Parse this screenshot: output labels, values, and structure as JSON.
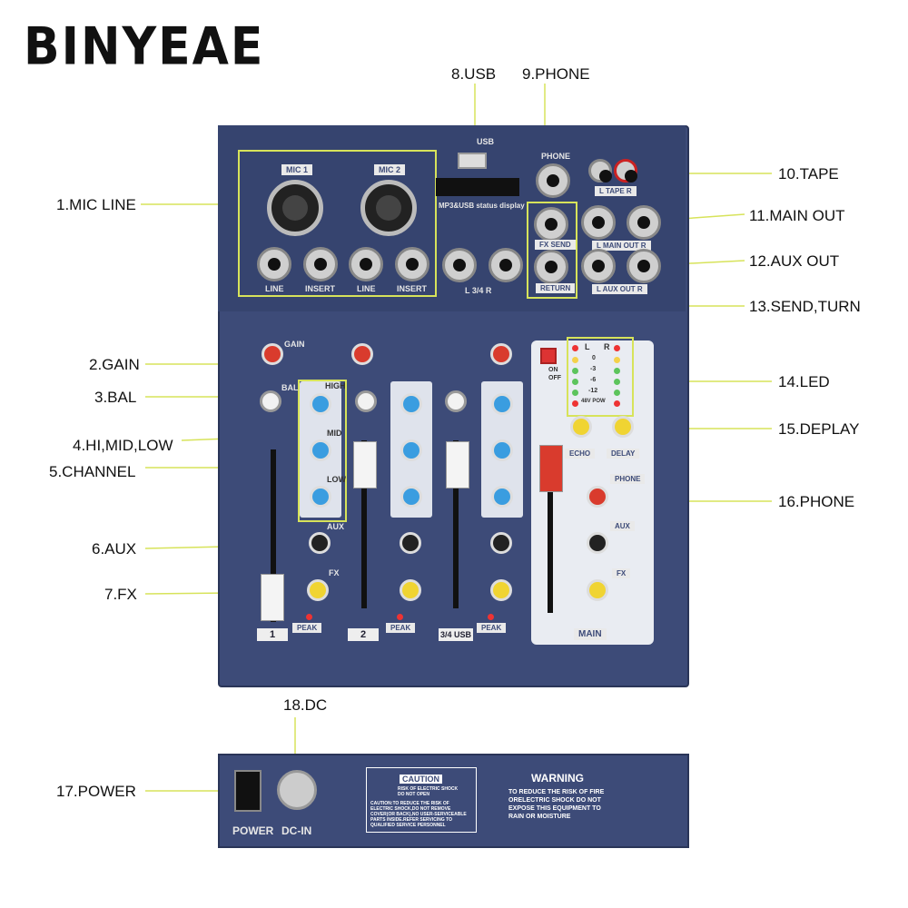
{
  "brand": "BINYEAE",
  "callouts": [
    {
      "id": "1",
      "text": "1.MIC LINE"
    },
    {
      "id": "2",
      "text": "2.GAIN"
    },
    {
      "id": "3",
      "text": "3.BAL"
    },
    {
      "id": "4",
      "text": "4.HI,MID,LOW"
    },
    {
      "id": "5",
      "text": "5.CHANNEL"
    },
    {
      "id": "6",
      "text": "6.AUX"
    },
    {
      "id": "7",
      "text": "7.FX"
    },
    {
      "id": "8",
      "text": "8.USB"
    },
    {
      "id": "9",
      "text": "9.PHONE"
    },
    {
      "id": "10",
      "text": "10.TAPE"
    },
    {
      "id": "11",
      "text": "11.MAIN OUT"
    },
    {
      "id": "12",
      "text": "12.AUX OUT"
    },
    {
      "id": "13",
      "text": "13.SEND,TURN"
    },
    {
      "id": "14",
      "text": "14.LED"
    },
    {
      "id": "15",
      "text": "15.DEPLAY"
    },
    {
      "id": "16",
      "text": "16.PHONE"
    },
    {
      "id": "17",
      "text": "17.POWER"
    },
    {
      "id": "18",
      "text": "18.DC"
    }
  ],
  "panel": {
    "mic1": "MIC 1",
    "mic2": "MIC 2",
    "line": "LINE",
    "insert": "INSERT",
    "l34r": "L  3/4  R",
    "phone": "PHONE",
    "fx_send": "FX SEND",
    "return": "RETURN",
    "tape": "L  TAPE  R",
    "main_out": "L  MAIN OUT  R",
    "aux_out": "L  AUX OUT  R",
    "mp3_status": "MP3&USB status display",
    "usb": "USB",
    "gain": "GAIN",
    "bal": "BAL",
    "high": "HIGH",
    "mid": "MID",
    "low": "LOW",
    "aux": "AUX",
    "fx": "FX",
    "peak": "PEAK",
    "ch1": "1",
    "ch2": "2",
    "ch34": "3/4 USB",
    "echo": "ECHO",
    "delay": "DELAY",
    "main": "MAIN",
    "on": "ON",
    "off": "OFF",
    "led_levels": [
      "0",
      "-3",
      "-6",
      "-12",
      "48V  POW"
    ],
    "led_lr": [
      "L",
      "R"
    ]
  },
  "rear": {
    "power": "POWER",
    "dcin": "DC-IN",
    "caution": "CAUTION",
    "caution_sub": "RISK OF ELECTRIC SHOCK DO NOT OPEN",
    "caution_body": "CAUTION:TO REDUCE THE RISK OF ELECTRIC SHOCK,DO NOT REMOVE COVER(OR BACK),NO USER-SERVICEABLE PARTS INSIDE.REFER SERVICING TO QUALIFIED SERVICE PERSONNEL",
    "warning": "WARNING",
    "warning_body": "TO REDUCE THE RISK OF FIRE ORELECTRIC SHOCK DO NOT EXPOSE THIS EQUIPMENT TO RAIN OR MOISTURE"
  }
}
